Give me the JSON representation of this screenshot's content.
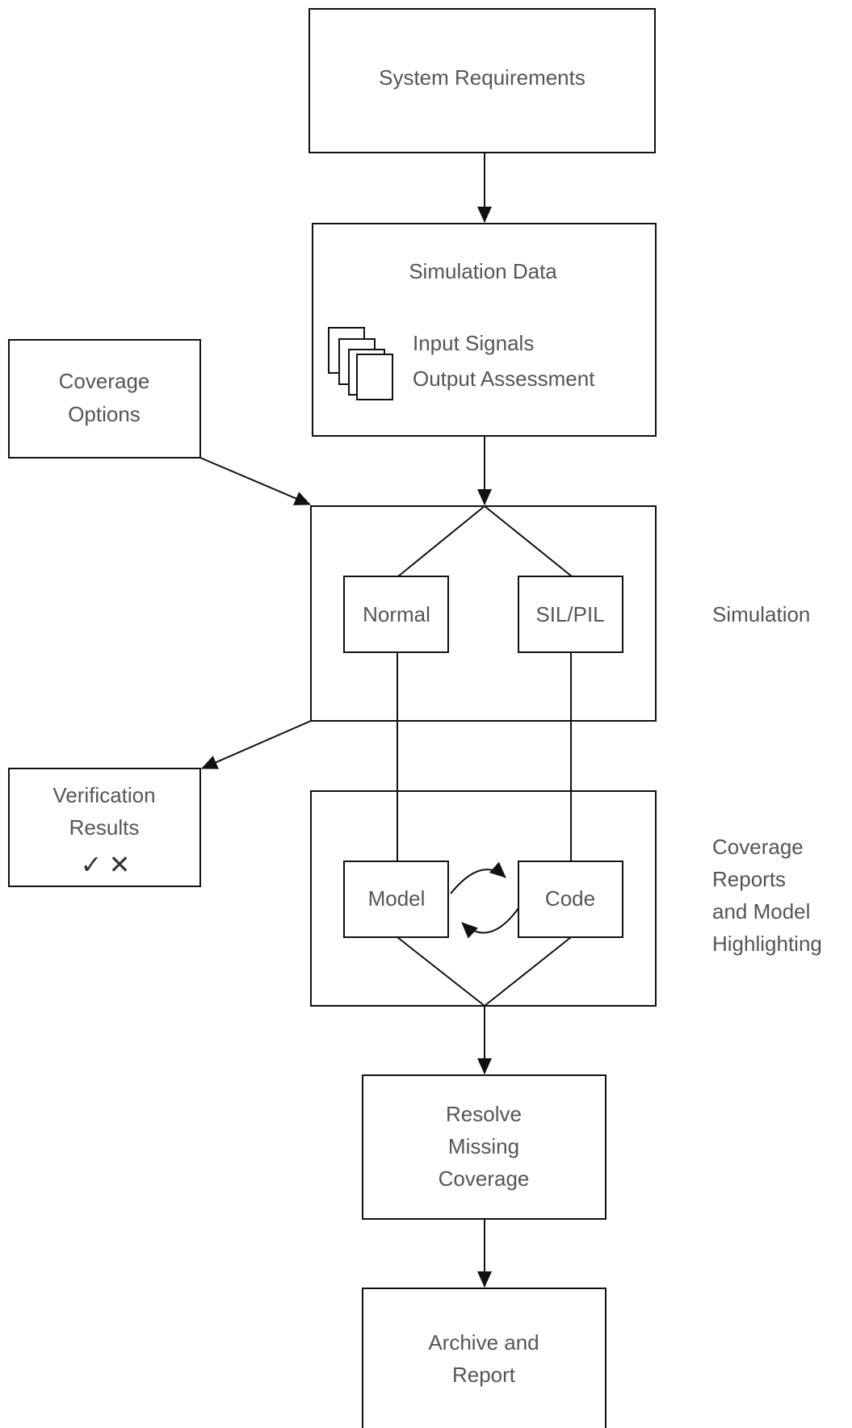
{
  "nodes": {
    "system_requirements": "System Requirements",
    "simulation_data": {
      "title": "Simulation Data",
      "line1": "Input Signals",
      "line2": "Output Assessment"
    },
    "coverage_options": [
      "Coverage",
      "Options"
    ],
    "normal": "Normal",
    "sil_pil": "SIL/PIL",
    "verification_results": {
      "lines": [
        "Verification",
        "Results"
      ],
      "check": "✓",
      "cross": "✕"
    },
    "model": "Model",
    "code": "Code",
    "resolve_missing_coverage": [
      "Resolve",
      "Missing",
      "Coverage"
    ],
    "archive_and_report": [
      "Archive and",
      "Report"
    ]
  },
  "side_labels": {
    "simulation": "Simulation",
    "coverage_reports": [
      "Coverage",
      "Reports",
      "and Model",
      "Highlighting"
    ]
  },
  "icons": {
    "document_stack": "document-stack-icon",
    "cycle_arrows": "cycle-arrows-icon"
  }
}
